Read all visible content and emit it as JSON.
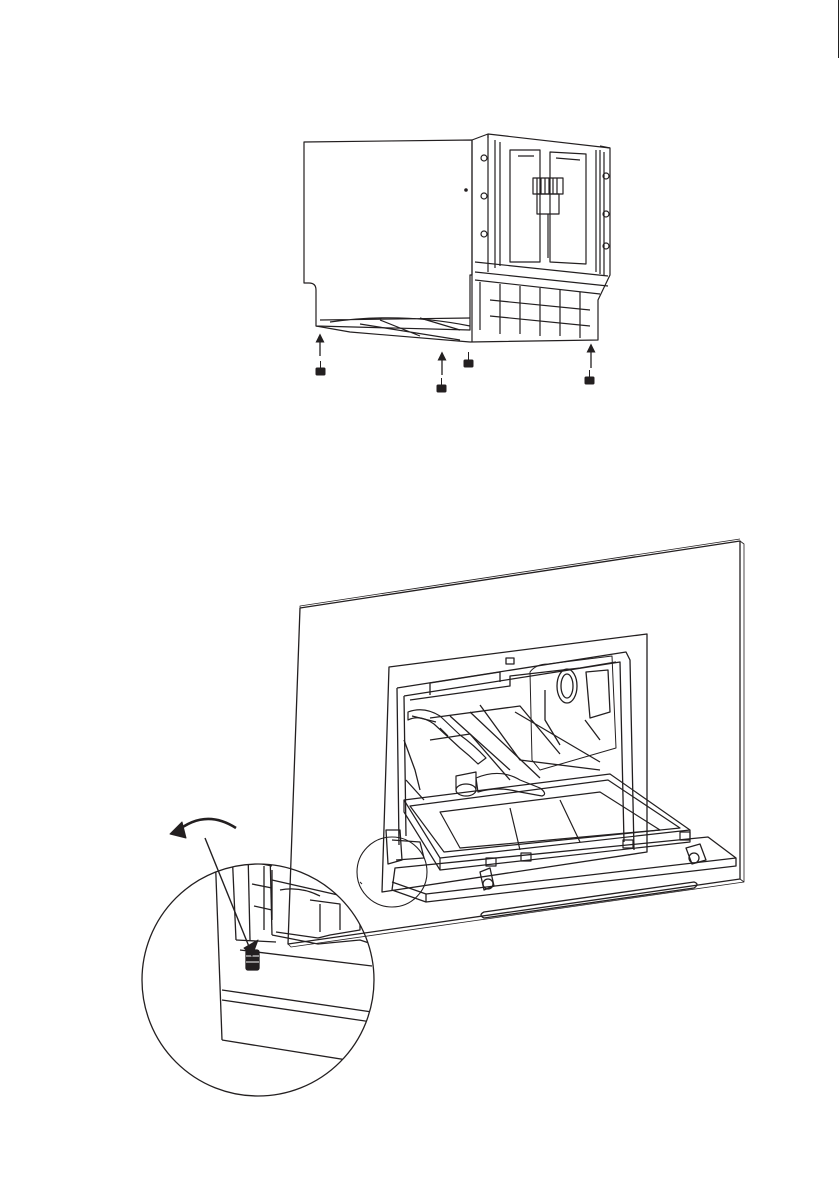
{
  "document": {
    "type": "installation manual page",
    "figures": [
      {
        "name": "feet-installation",
        "elements": [
          "appliance-body",
          "support-feet",
          "insertion-arrows"
        ],
        "foot_count": 4
      },
      {
        "name": "built-in-levelling",
        "elements": [
          "cabinet-panel",
          "dishwasher-open-door",
          "spray-arm",
          "lower-rack",
          "magnifier-circle",
          "rotation-arrow",
          "adjustable-foot"
        ]
      }
    ]
  },
  "colors": {
    "line": "#231f20",
    "background": "#ffffff"
  }
}
